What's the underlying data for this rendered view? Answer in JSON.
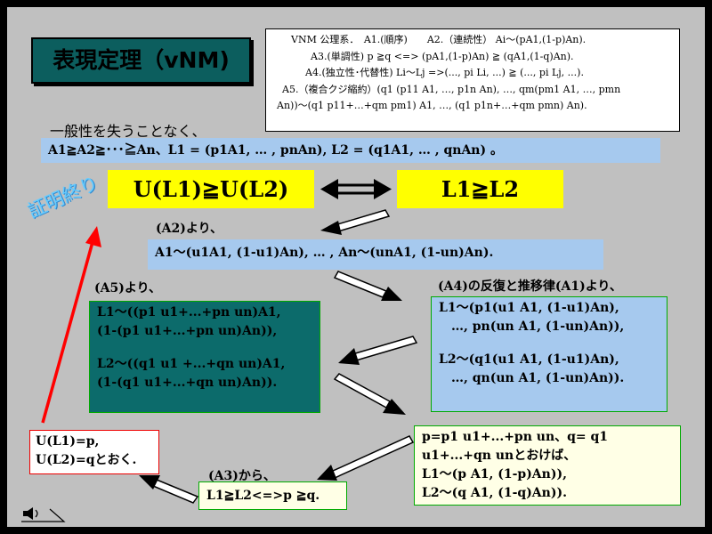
{
  "title": "表現定理（vNM)",
  "axioms": {
    "line1": "VNM 公理系．　A1.(順序)　　A2.（連続性）  Ai〜(pA1,(1-p)An).",
    "line2": "A3.(単調性) p ≧q <=> (pA1,(1-p)An) ≧ (qA1,(1-q)An).",
    "line3": "A4.(独立性･代替性) Li〜Lj =>(..., pi Li, ...) ≧ (..., pi Lj, ...).",
    "line4": "A5.（複合クジ縮約）(q1 (p11 A1, …, p1n An), …, qm(pm1 A1, …, pmn",
    "line5": "An))〜(q1 p11+…+qm pm1) A1, …, (q1 p1n+…+qm pmn) An)."
  },
  "intro": "一般性を失うことなく、",
  "setup": "A1≧A2≧･･･≧An、L1 = (p1A1, … , pnAn), L2 = (q1A1, … , qnAn) 。",
  "ul": "U(L1)≧U(L2)",
  "lr": "L1≧L2",
  "a2_label": "(A2)より、",
  "a2_text": "A1〜(u1A1,  (1-u1)An), …   ,   An〜(unA1,  (1-un)An).",
  "a5_label": "(A5)より、",
  "a5_box": {
    "l1": "L1〜((p1 u1+...+pn un)A1,",
    "l2": "(1-(p1 u1+...+pn un)An)),",
    "l3": "L2〜((q1 u1 +...+qn un)A1,",
    "l4": "(1-(q1 u1+...+qn un)An))."
  },
  "a4_label": "(A4)の反復と推移律(A1)より、",
  "a4_box": {
    "l1": "L1〜(p1(u1 A1,  (1-u1)An),",
    "l2": "…, pn(un A1,  (1-un)An)),",
    "l3": "L2〜(q1(u1 A1,  (1-u1)An),",
    "l4": "…, qn(un A1,  (1-un)An))."
  },
  "pq_box": {
    "l1": "p=p1 u1+...+pn un、q= q1",
    "l2": "u1+...+qn unとおけば、",
    "l3": "L1〜(p A1,  (1-p)An)),",
    "l4": "L2〜(q A1,  (1-q)An))."
  },
  "u_box": {
    "l1": "U(L1)=p,",
    "l2": "U(L2)=qとおく."
  },
  "a3_label": "(A3)から、",
  "a3_box": "L1≧L2<=>p ≧q.",
  "proof_done": "証明終り",
  "colors": {
    "panel": "#c0c0c0",
    "title_bg": "#0c5e5e",
    "teal_box": "#0c6b6b",
    "light_blue": "#a6c9ee",
    "yellow": "#ffff00",
    "red_arrow": "#ff0000",
    "proof_text": "#66ccff"
  },
  "icons": {
    "corner": "sound-speaker-icon"
  }
}
